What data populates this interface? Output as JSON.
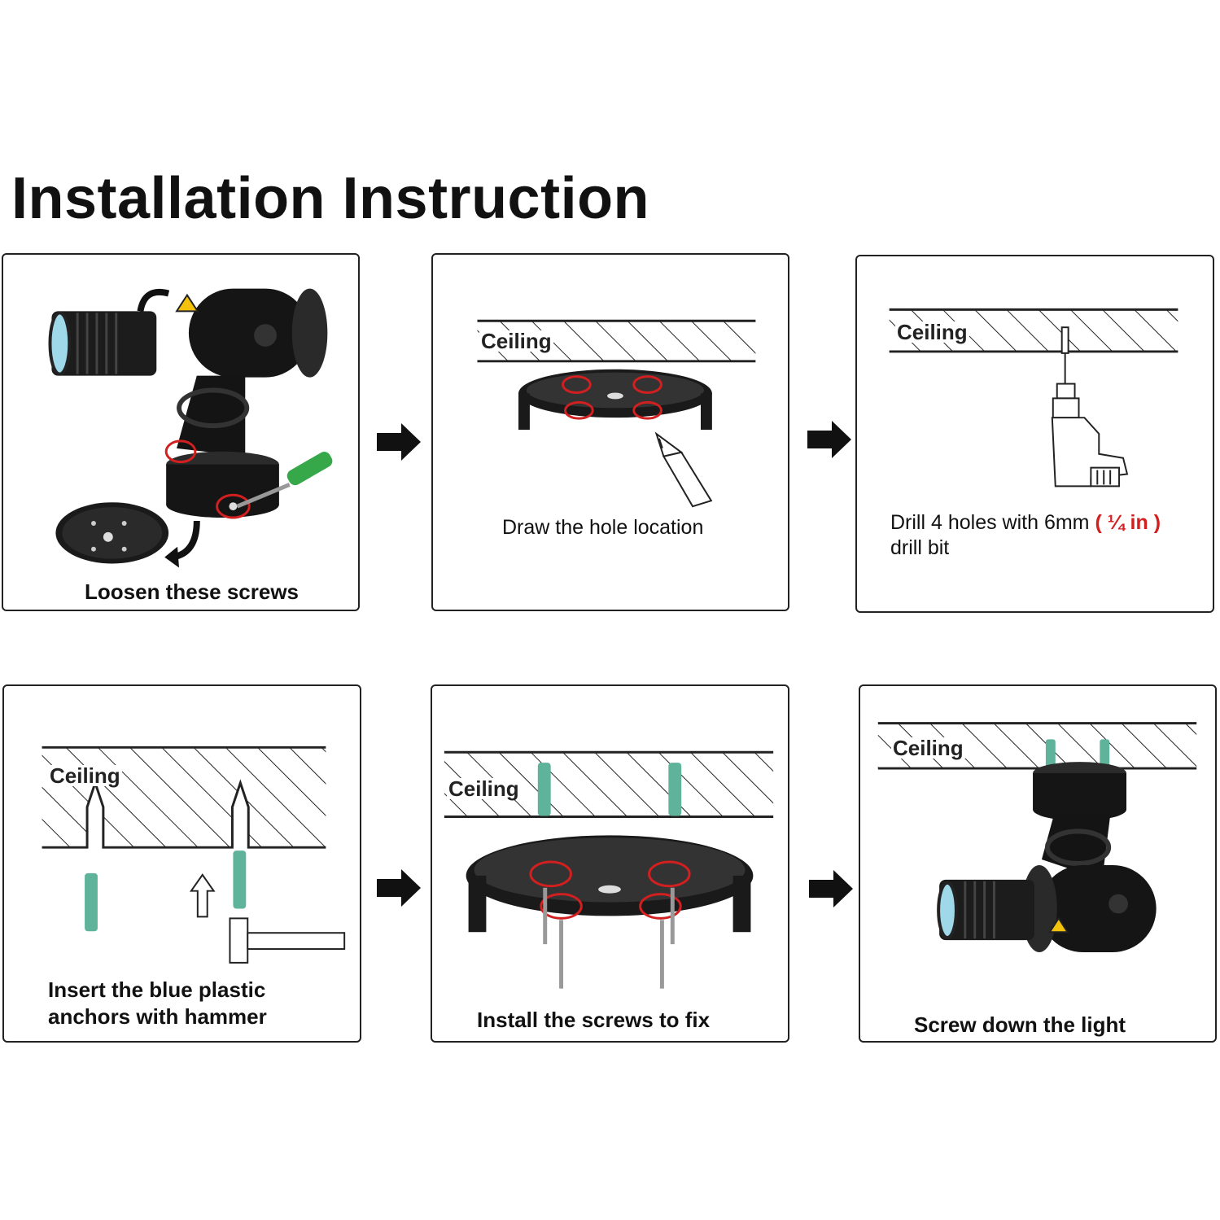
{
  "title": "Installation Instruction",
  "steps": [
    {
      "caption": "Loosen these screws"
    },
    {
      "ceiling": "Ceiling",
      "caption": "Draw the hole location"
    },
    {
      "ceiling": "Ceiling",
      "caption_part1": "Drill 4 holes with 6mm",
      "caption_highlight": "( ¼ in )",
      "caption_part2": "drill bit"
    },
    {
      "ceiling": "Ceiling",
      "caption_line1": "Insert the blue plastic",
      "caption_line2": "anchors with hammer"
    },
    {
      "ceiling": "Ceiling",
      "caption": "Install the screws to fix"
    },
    {
      "ceiling": "Ceiling",
      "caption": "Screw down the light"
    }
  ],
  "colors": {
    "highlight": "#d21f1f",
    "anchor": "#5fb39a",
    "device": "#111111"
  },
  "icons": [
    "right-arrow-icon",
    "up-arrow-icon",
    "drill-icon",
    "hammer-icon",
    "pencil-icon",
    "screwdriver-icon"
  ]
}
